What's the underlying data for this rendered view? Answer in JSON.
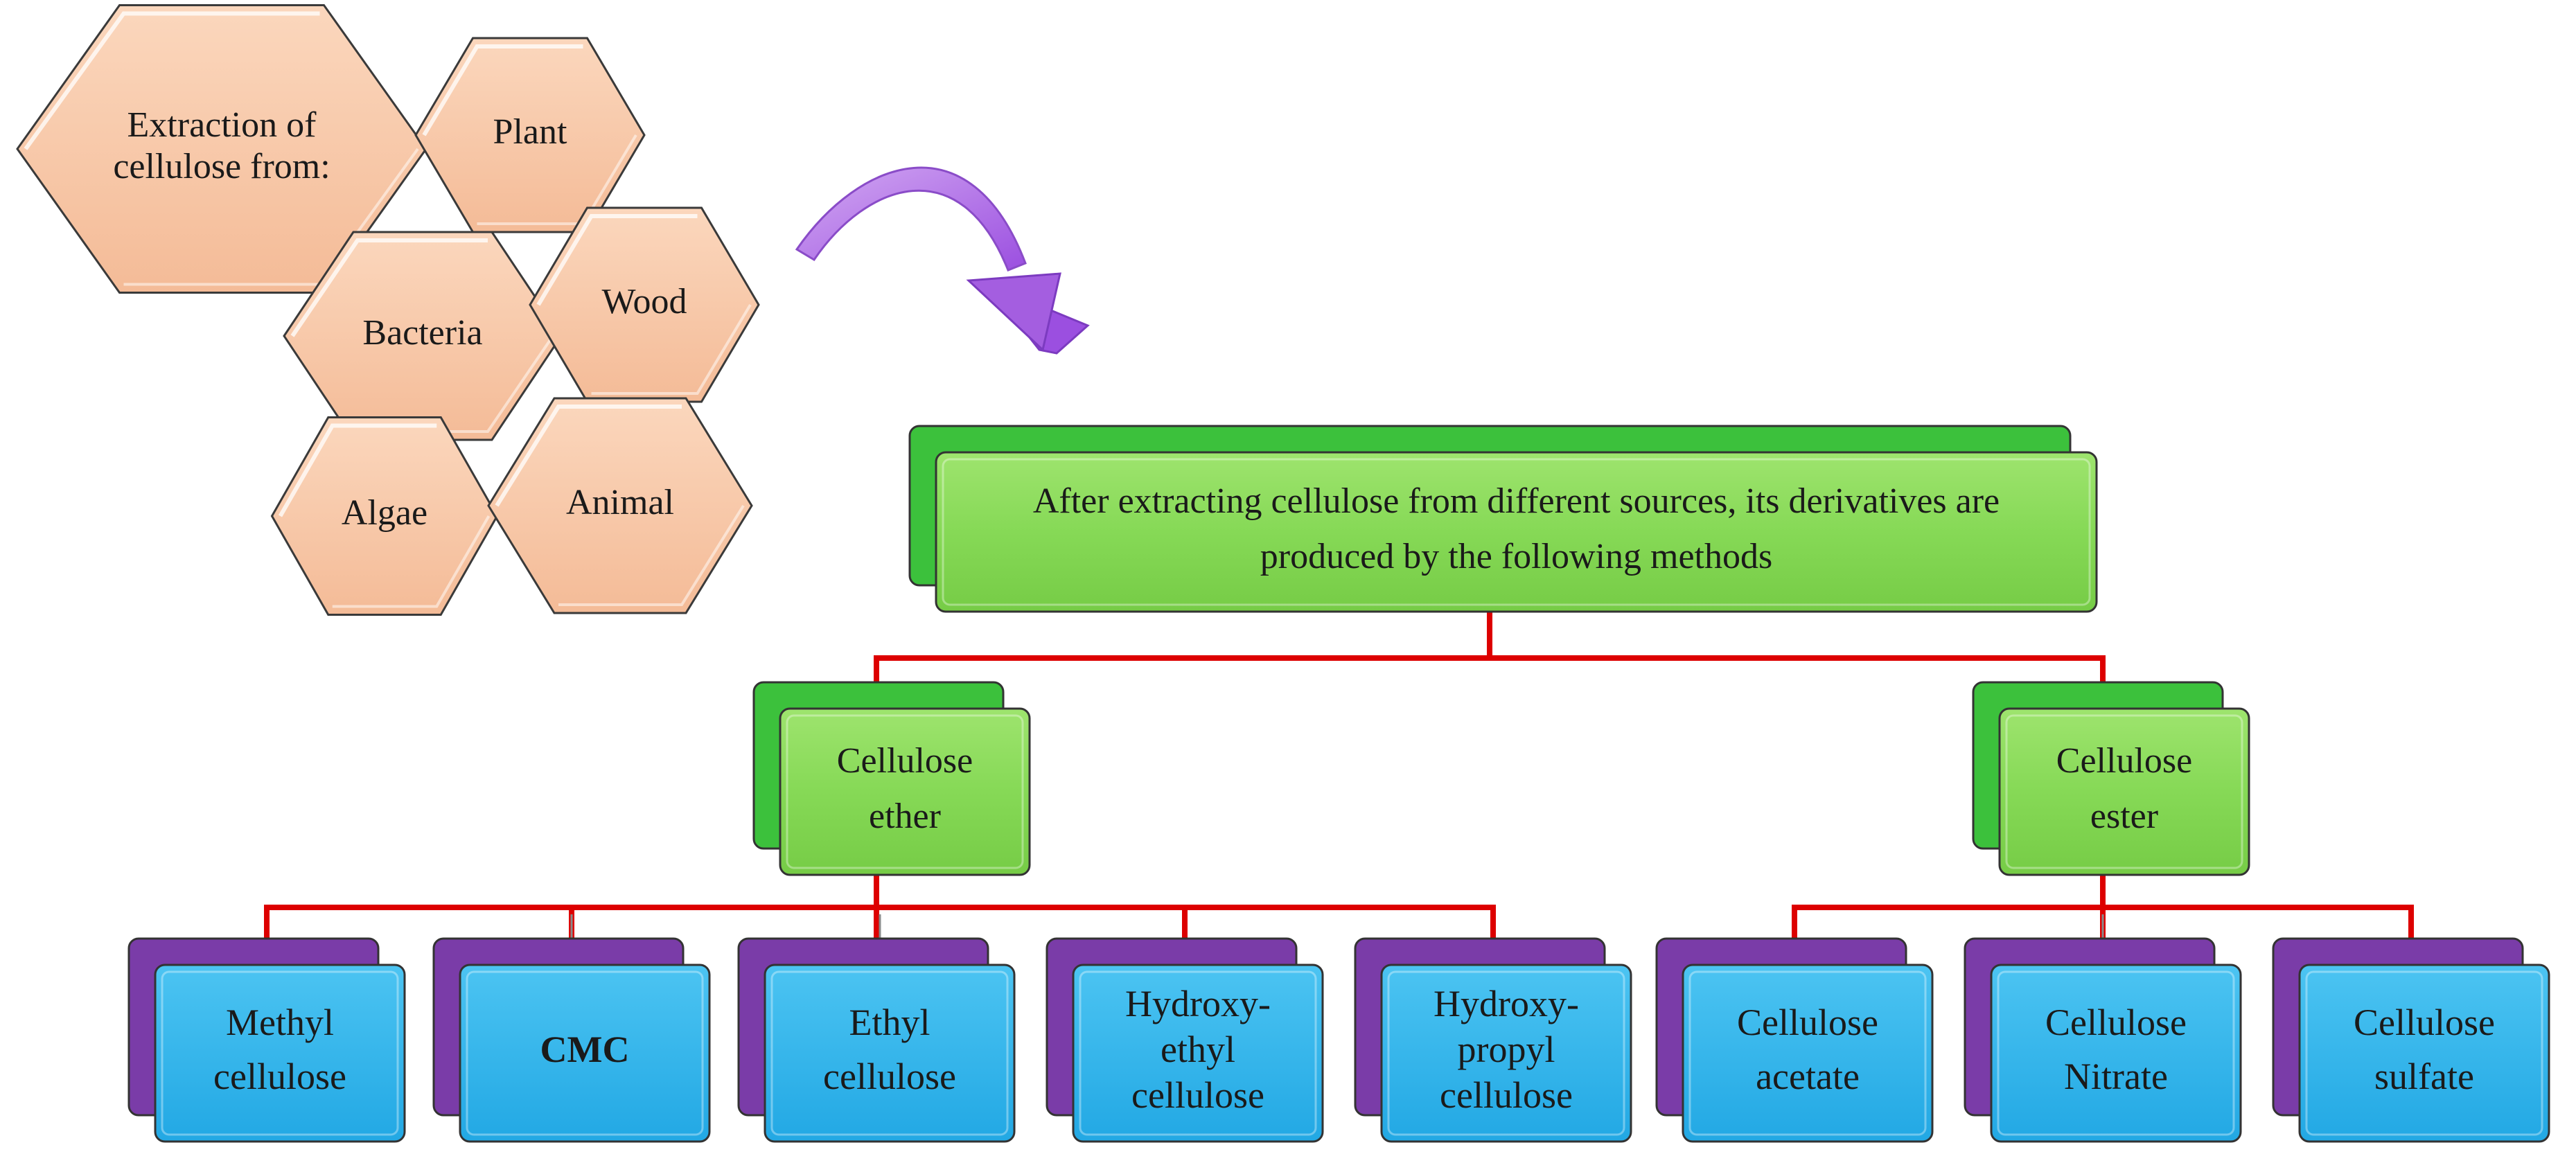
{
  "sources": {
    "extraction_label": [
      "Extraction of",
      "cellulose from:"
    ],
    "items": [
      "Plant",
      "Bacteria",
      "Wood",
      "Algae",
      "Animal"
    ]
  },
  "methods_box": {
    "lines": [
      "After extracting cellulose from different sources, its derivatives are",
      "produced by the following methods"
    ]
  },
  "categories": [
    {
      "lines": [
        "Cellulose",
        "ether"
      ],
      "derivatives": [
        {
          "lines": [
            "Methyl",
            "cellulose"
          ],
          "bold": false
        },
        {
          "lines": [
            "CMC"
          ],
          "bold": true
        },
        {
          "lines": [
            "Ethyl",
            "cellulose"
          ],
          "bold": false
        },
        {
          "lines": [
            "Hydroxy-",
            "ethyl",
            "cellulose"
          ],
          "bold": false
        },
        {
          "lines": [
            "Hydroxy-",
            "propyl",
            "cellulose"
          ],
          "bold": false
        }
      ]
    },
    {
      "lines": [
        "Cellulose",
        "ester"
      ],
      "derivatives": [
        {
          "lines": [
            "Cellulose",
            "acetate"
          ],
          "bold": false
        },
        {
          "lines": [
            "Cellulose",
            "Nitrate"
          ],
          "bold": false
        },
        {
          "lines": [
            "Cellulose",
            "sulfate"
          ],
          "bold": false
        }
      ]
    }
  ],
  "colors": {
    "hexagon_fill": "#f8c7a6",
    "hexagon_stroke": "#3a3a3a",
    "green_fill": "#86d956",
    "green_back": "#3cc13c",
    "blue_fill": "#2eb3ea",
    "purple_back": "#7a3ca8",
    "connector": "#dd0000",
    "arrow": "#a45ee0"
  }
}
